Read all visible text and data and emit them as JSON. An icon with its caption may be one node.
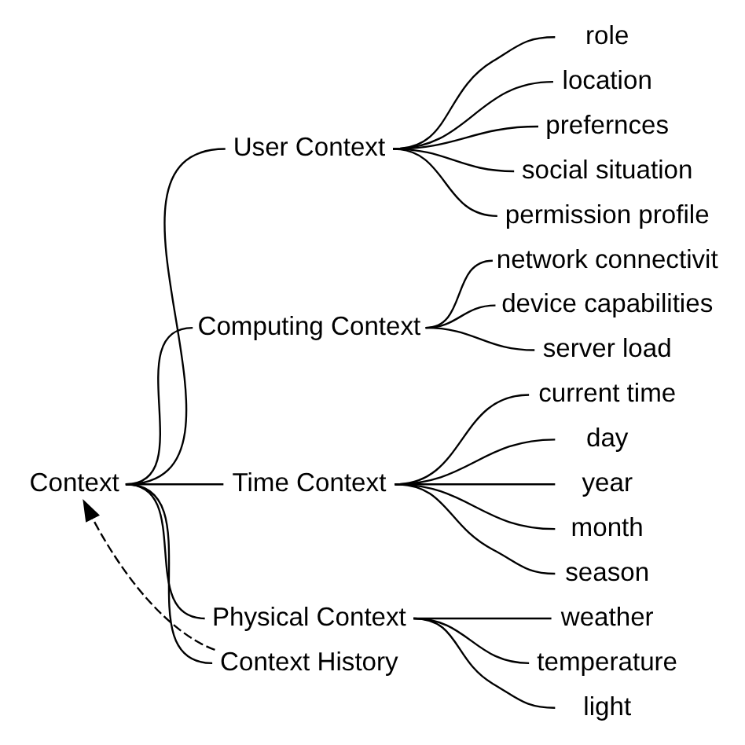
{
  "diagram": {
    "nodes": [
      {
        "text": [
          "Context"
        ]
      },
      {
        "text": [
          "User Context"
        ]
      },
      {
        "text": [
          "role"
        ]
      },
      {
        "text": [
          "location"
        ]
      },
      {
        "text": [
          "prefernces"
        ]
      },
      {
        "text": [
          "social situation"
        ]
      },
      {
        "text": [
          "permission profile"
        ]
      },
      {
        "text": [
          "Computing Context"
        ]
      },
      {
        "text": [
          "network connectivit"
        ]
      },
      {
        "text": [
          "device capabilities"
        ]
      },
      {
        "text": [
          "server load"
        ]
      },
      {
        "text": [
          "Time Context"
        ]
      },
      {
        "text": [
          "current time"
        ]
      },
      {
        "text": [
          "day"
        ]
      },
      {
        "text": [
          "year"
        ]
      },
      {
        "text": [
          "month"
        ]
      },
      {
        "text": [
          "season"
        ]
      },
      {
        "text": [
          "Physical Context"
        ]
      },
      {
        "text": [
          "weather"
        ]
      },
      {
        "text": [
          "temperature"
        ]
      },
      {
        "text": [
          "light"
        ]
      },
      {
        "text": [
          "Context History"
        ]
      }
    ],
    "edges": [
      {
        "from": 0,
        "to": 1,
        "arrow": "none"
      },
      {
        "from": 0,
        "to": 7,
        "arrow": "none"
      },
      {
        "from": 0,
        "to": 11,
        "arrow": "none"
      },
      {
        "from": 0,
        "to": 17,
        "arrow": "none"
      },
      {
        "from": 0,
        "to": 21,
        "arrow": "none"
      },
      {
        "from": 1,
        "to": 2,
        "arrow": "none"
      },
      {
        "from": 1,
        "to": 3,
        "arrow": "none"
      },
      {
        "from": 1,
        "to": 4,
        "arrow": "none"
      },
      {
        "from": 1,
        "to": 5,
        "arrow": "none"
      },
      {
        "from": 1,
        "to": 6,
        "arrow": "none"
      },
      {
        "from": 7,
        "to": 8,
        "arrow": "none"
      },
      {
        "from": 7,
        "to": 9,
        "arrow": "none"
      },
      {
        "from": 7,
        "to": 10,
        "arrow": "none"
      },
      {
        "from": 11,
        "to": 12,
        "arrow": "none"
      },
      {
        "from": 11,
        "to": 13,
        "arrow": "none"
      },
      {
        "from": 11,
        "to": 14,
        "arrow": "none"
      },
      {
        "from": 11,
        "to": 15,
        "arrow": "none"
      },
      {
        "from": 11,
        "to": 16,
        "arrow": "none"
      },
      {
        "from": 17,
        "to": 18,
        "arrow": "none"
      },
      {
        "from": 17,
        "to": 19,
        "arrow": "none"
      },
      {
        "from": 17,
        "to": 20,
        "arrow": "none"
      },
      {
        "from": 21,
        "to": 0,
        "arrow": "to",
        "style": "dashed"
      }
    ]
  }
}
